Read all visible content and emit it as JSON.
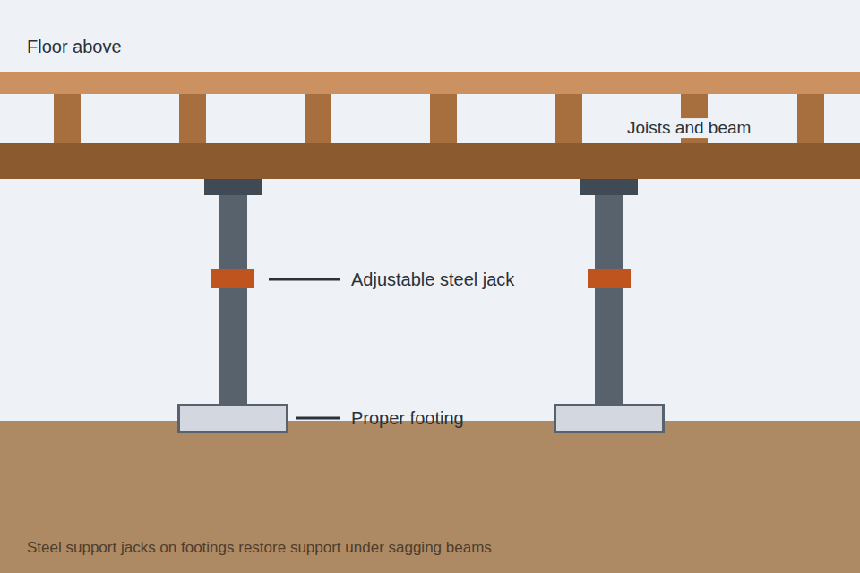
{
  "diagram": {
    "caption": "Steel support jacks on footings restore support under sagging beams",
    "labels": [
      "Floor above",
      "Joists and beam",
      "Adjustable steel jack",
      "Proper footing"
    ]
  }
}
